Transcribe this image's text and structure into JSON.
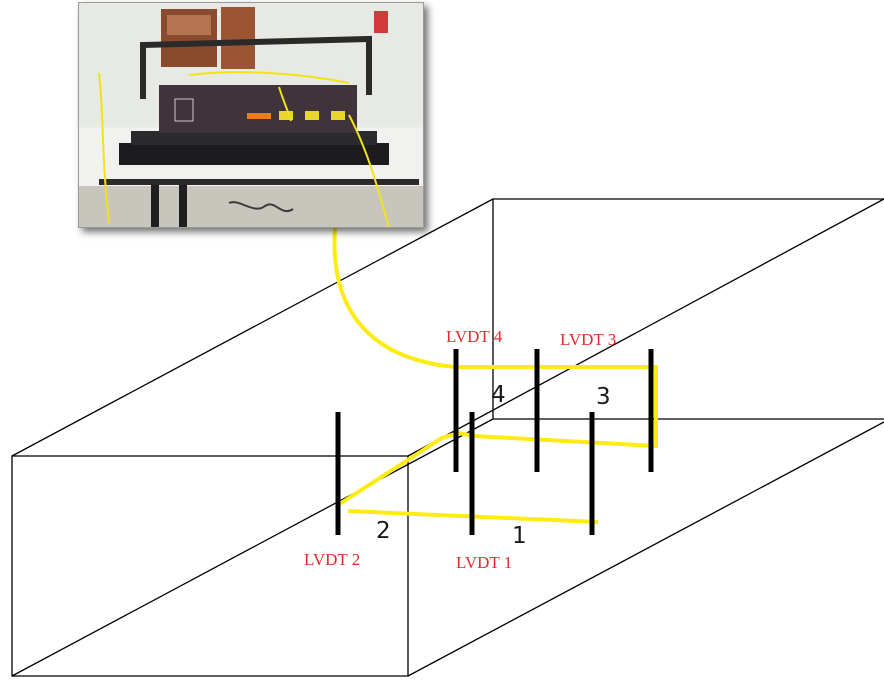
{
  "photo": {
    "subject": "data-logger-device",
    "colors": {
      "wall": "#e7e9e4",
      "desk": "#f1f2ef",
      "device": "#3e3439",
      "rack": "#1c1c1e",
      "cable": "#f2e21a",
      "display": "#f07a18",
      "floor": "#c8c5bd"
    }
  },
  "diagram": {
    "colors": {
      "outline": "#000000",
      "wire": "#ffeb14",
      "sensor": "#000000",
      "label": "#e02a2a",
      "number": "#1a1a1a"
    }
  },
  "sensors": [
    {
      "id": "lvdt1",
      "label": "LVDT 1",
      "number": "1"
    },
    {
      "id": "lvdt2",
      "label": "LVDT 2",
      "number": "2"
    },
    {
      "id": "lvdt3",
      "label": "LVDT 3",
      "number": "3"
    },
    {
      "id": "lvdt4",
      "label": "LVDT 4",
      "number": "4"
    }
  ]
}
